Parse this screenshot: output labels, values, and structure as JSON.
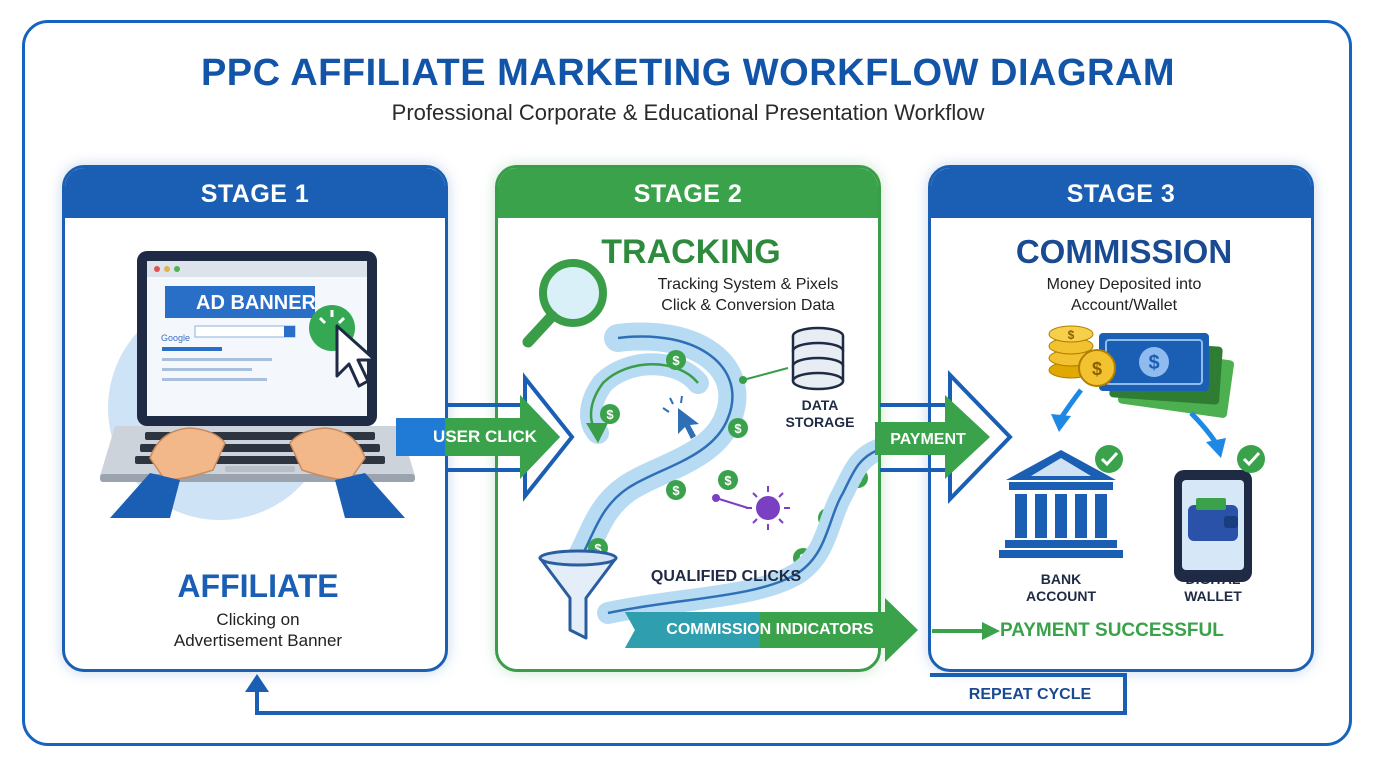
{
  "title": "PPC AFFILIATE MARKETING WORKFLOW DIAGRAM",
  "subtitle": "Professional Corporate & Educational Presentation Workflow",
  "stages": [
    {
      "header": "STAGE 1",
      "title": "AFFILIATE",
      "description_lines": [
        "Clicking on",
        "Advertisement Banner"
      ],
      "ad_banner": "AD BANNER",
      "search_logo": "Google"
    },
    {
      "header": "STAGE 2",
      "title": "TRACKING",
      "description_lines": [
        "Tracking System & Pixels",
        "Click & Conversion Data"
      ],
      "data_storage_lines": [
        "DATA",
        "STORAGE"
      ]
    },
    {
      "header": "STAGE 3",
      "title": "COMMISSION",
      "description_lines": [
        "Money Deposited into",
        "Account/Wallet"
      ],
      "bank_lines": [
        "BANK",
        "ACCOUNT"
      ],
      "wallet_lines": [
        "DIGITAL",
        "WALLET"
      ]
    }
  ],
  "flow_labels": {
    "user_click": "USER CLICK",
    "payment": "PAYMENT",
    "qualified_clicks": "QUALIFIED CLICKS",
    "commission_indicators": "COMMISSION INDICATORS",
    "payment_successful": "PAYMENT SUCCESSFUL",
    "repeat_cycle": "REPEAT CYCLE"
  },
  "colors": {
    "blue": "#1a5fb4",
    "green": "#3aa24a",
    "dark_blue": "#1255a8"
  }
}
